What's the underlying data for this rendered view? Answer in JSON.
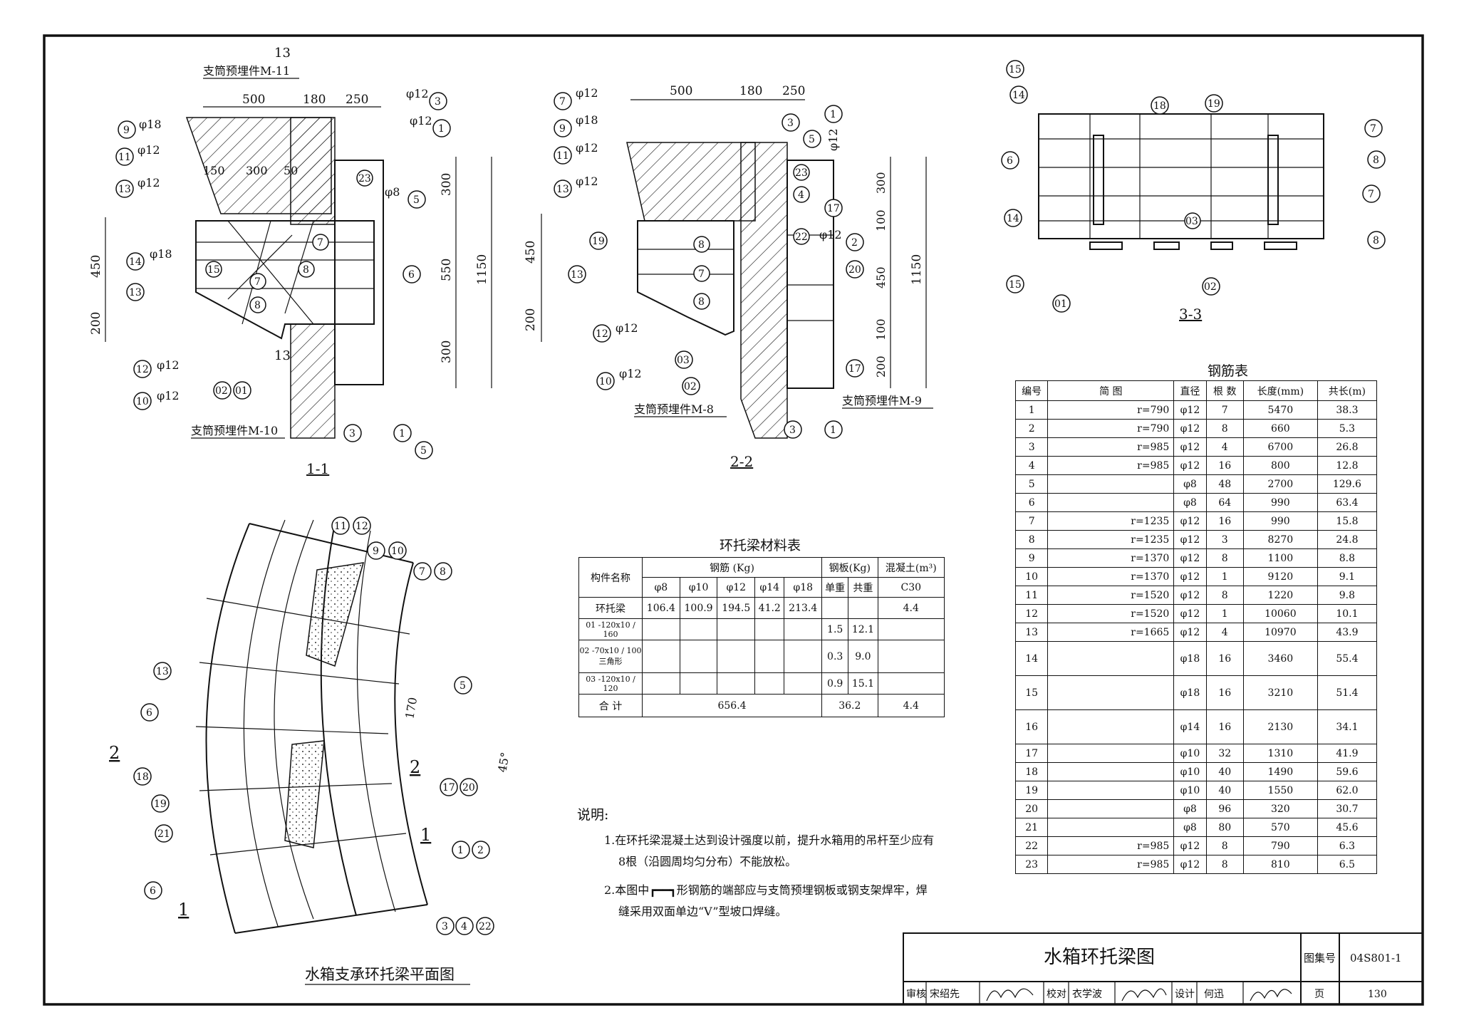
{
  "sections": {
    "s1": "1-1",
    "s2": "2-2",
    "s3": "3-3",
    "plan": "水箱支承环托梁平面图"
  },
  "embeds": {
    "m11": "支筒预埋件M-11",
    "m10": "支筒预埋件M-10",
    "m8": "支筒预埋件M-8",
    "m9": "支筒预埋件M-9"
  },
  "dims1": {
    "top": [
      "500",
      "180",
      "250"
    ],
    "sub": [
      "150",
      "300",
      "50"
    ],
    "left": [
      "450",
      "200"
    ],
    "right": [
      "300",
      "550",
      "300"
    ],
    "total": "1150",
    "cut": "13"
  },
  "dims2": {
    "top": [
      "500",
      "180",
      "250"
    ],
    "left": [
      "450",
      "200"
    ],
    "right": [
      "300",
      "100",
      "450",
      "100",
      "200"
    ],
    "total": "1150"
  },
  "plan_dims": {
    "d170": "170",
    "angle": "45°"
  },
  "bar_labels": {
    "phi12": "φ12",
    "phi18": "φ18",
    "phi8": "φ8"
  },
  "material_table": {
    "title": "环托梁材料表",
    "h_name": "构件名称",
    "h_rebar": "钢筋 (Kg)",
    "h_plate": "钢板(Kg)",
    "h_concrete": "混凝土(m³)",
    "sub": [
      "φ8",
      "φ10",
      "φ12",
      "φ14",
      "φ18",
      "单重",
      "共重",
      "C30"
    ],
    "rows": [
      {
        "name": "环托梁",
        "vals": [
          "106.4",
          "100.9",
          "194.5",
          "41.2",
          "213.4",
          "",
          "",
          "4.4"
        ]
      },
      {
        "name": "01  -120x10 / 160",
        "vals": [
          "",
          "",
          "",
          "",
          "",
          "1.5",
          "12.1",
          ""
        ]
      },
      {
        "name": "02  -70x10 / 100 三角形",
        "vals": [
          "",
          "",
          "",
          "",
          "",
          "0.3",
          "9.0",
          ""
        ]
      },
      {
        "name": "03  -120x10 / 120",
        "vals": [
          "",
          "",
          "",
          "",
          "",
          "0.9",
          "15.1",
          ""
        ]
      }
    ],
    "total_label": "合  计",
    "total_rebar": "656.4",
    "total_plate": "36.2",
    "total_concrete": "4.4"
  },
  "rebar_table": {
    "title": "钢筋表",
    "headers": [
      "编号",
      "简    图",
      "直径",
      "根 数",
      "长度(mm)",
      "共长(m)"
    ],
    "rows": [
      [
        "1",
        "r=790",
        "φ12",
        "7",
        "5470",
        "38.3"
      ],
      [
        "2",
        "r=790",
        "φ12",
        "8",
        "660",
        "5.3"
      ],
      [
        "3",
        "r=985",
        "φ12",
        "4",
        "6700",
        "26.8"
      ],
      [
        "4",
        "r=985",
        "φ12",
        "16",
        "800",
        "12.8"
      ],
      [
        "5",
        "",
        "φ8",
        "48",
        "2700",
        "129.6"
      ],
      [
        "6",
        "",
        "φ8",
        "64",
        "990",
        "63.4"
      ],
      [
        "7",
        "r=1235",
        "φ12",
        "16",
        "990",
        "15.8"
      ],
      [
        "8",
        "r=1235",
        "φ12",
        "3",
        "8270",
        "24.8"
      ],
      [
        "9",
        "r=1370",
        "φ12",
        "8",
        "1100",
        "8.8"
      ],
      [
        "10",
        "r=1370",
        "φ12",
        "1",
        "9120",
        "9.1"
      ],
      [
        "11",
        "r=1520",
        "φ12",
        "8",
        "1220",
        "9.8"
      ],
      [
        "12",
        "r=1520",
        "φ12",
        "1",
        "10060",
        "10.1"
      ],
      [
        "13",
        "r=1665",
        "φ12",
        "4",
        "10970",
        "43.9"
      ],
      [
        "14",
        "",
        "φ18",
        "16",
        "3460",
        "55.4"
      ],
      [
        "15",
        "",
        "φ18",
        "16",
        "3210",
        "51.4"
      ],
      [
        "16",
        "",
        "φ14",
        "16",
        "2130",
        "34.1"
      ],
      [
        "17",
        "",
        "φ10",
        "32",
        "1310",
        "41.9"
      ],
      [
        "18",
        "",
        "φ10",
        "40",
        "1490",
        "59.6"
      ],
      [
        "19",
        "",
        "φ10",
        "40",
        "1550",
        "62.0"
      ],
      [
        "20",
        "",
        "φ8",
        "96",
        "320",
        "30.7"
      ],
      [
        "21",
        "",
        "φ8",
        "80",
        "570",
        "45.6"
      ],
      [
        "22",
        "r=985",
        "φ12",
        "8",
        "790",
        "6.3"
      ],
      [
        "23",
        "r=985",
        "φ12",
        "8",
        "810",
        "6.5"
      ]
    ]
  },
  "notes": {
    "title": "说明:",
    "n1a": "1.在环托梁混凝土达到设计强度以前，提升水箱用的吊杆至少应有",
    "n1b": "8根（沿圆周均匀分布）不能放松。",
    "n2a": "2.本图中┏━━┓形钢筋的端部应与支筒预埋钢板或钢支架焊牢，焊",
    "n2b": "缝采用双面单边“V”型坡口焊缝。"
  },
  "title_block": {
    "title": "水箱环托梁图",
    "atlas_label": "图集号",
    "atlas_no": "04S801-1",
    "review": "审核",
    "reviewer": "宋绍先",
    "check": "校对",
    "checker": "衣学波",
    "design": "设计",
    "designer": "何迅",
    "page_label": "页",
    "page_no": "130"
  }
}
